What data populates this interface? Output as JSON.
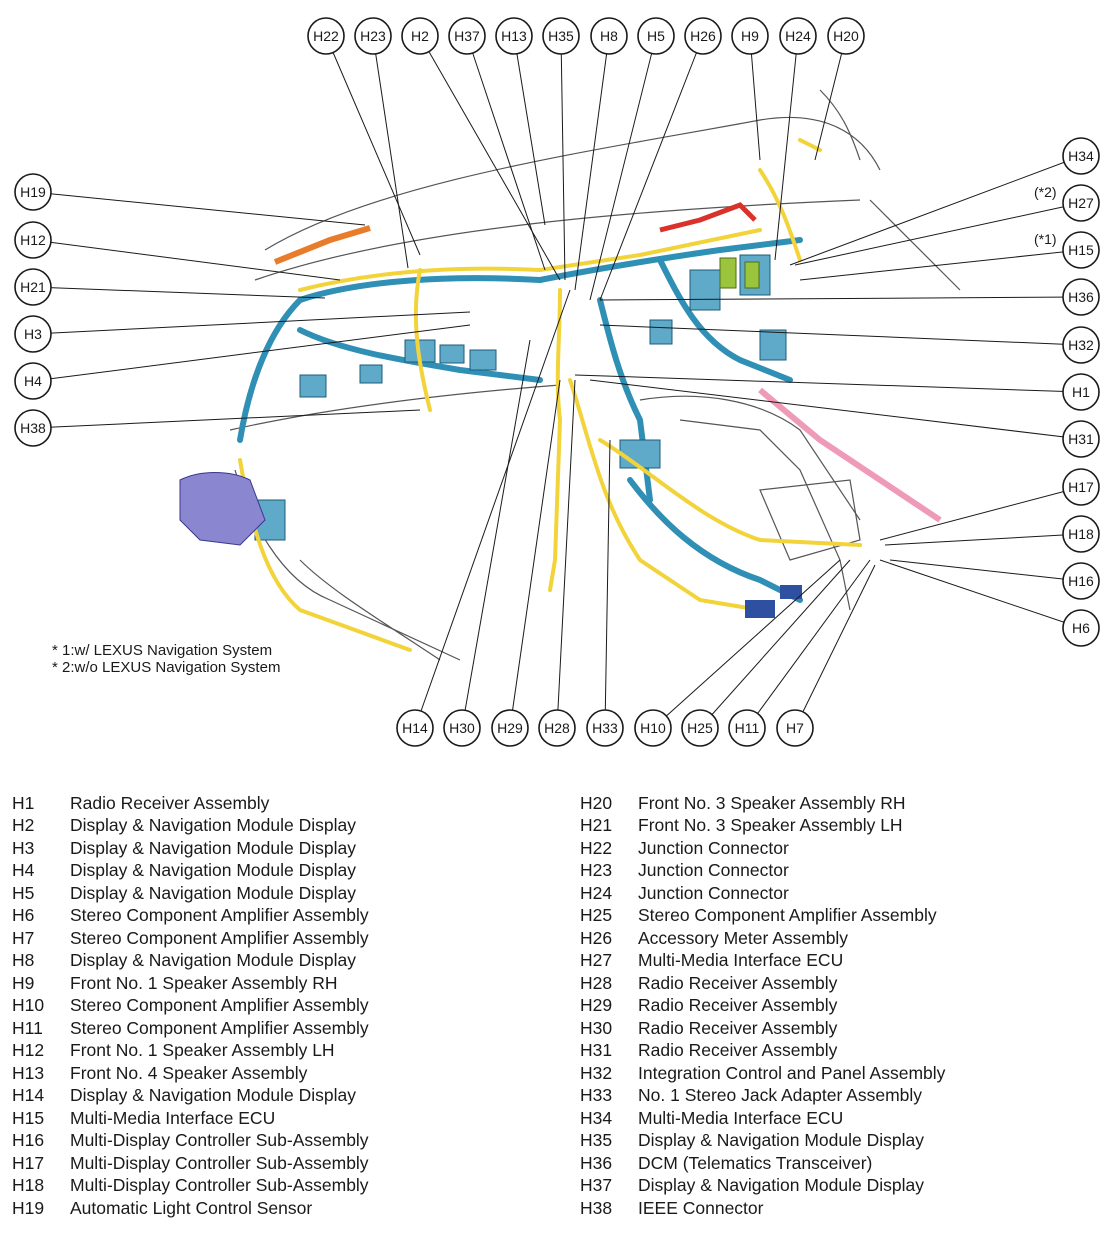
{
  "colors": {
    "harness_yellow": "#f2d33a",
    "harness_blue": "#2f8fb5",
    "module_blue": "#5fa9c9",
    "purple": "#8a86cf",
    "red": "#d9322b",
    "pink": "#ef9ab8",
    "orange": "#e87c2b",
    "green": "#9ac43c",
    "line": "#1a1a1a"
  },
  "callouts": {
    "top": [
      {
        "id": "H22"
      },
      {
        "id": "H23"
      },
      {
        "id": "H2"
      },
      {
        "id": "H37"
      },
      {
        "id": "H13"
      },
      {
        "id": "H35"
      },
      {
        "id": "H8"
      },
      {
        "id": "H5"
      },
      {
        "id": "H26"
      },
      {
        "id": "H9"
      },
      {
        "id": "H24"
      },
      {
        "id": "H20"
      }
    ],
    "left": [
      {
        "id": "H19"
      },
      {
        "id": "H12"
      },
      {
        "id": "H21"
      },
      {
        "id": "H3"
      },
      {
        "id": "H4"
      },
      {
        "id": "H38"
      }
    ],
    "right": [
      {
        "id": "H34"
      },
      {
        "id": "H27",
        "mark": "(*2)"
      },
      {
        "id": "H15",
        "mark": "(*1)"
      },
      {
        "id": "H36"
      },
      {
        "id": "H32"
      },
      {
        "id": "H1"
      },
      {
        "id": "H31"
      },
      {
        "id": "H17"
      },
      {
        "id": "H18"
      },
      {
        "id": "H16"
      },
      {
        "id": "H6"
      }
    ],
    "bottom": [
      {
        "id": "H14"
      },
      {
        "id": "H30"
      },
      {
        "id": "H29"
      },
      {
        "id": "H28"
      },
      {
        "id": "H33"
      },
      {
        "id": "H10"
      },
      {
        "id": "H25"
      },
      {
        "id": "H11"
      },
      {
        "id": "H7"
      }
    ]
  },
  "notes": [
    "* 1:w/ LEXUS Navigation System",
    "* 2:w/o LEXUS Navigation System"
  ],
  "legend_left": [
    {
      "code": "H1",
      "desc": "Radio Receiver Assembly"
    },
    {
      "code": "H2",
      "desc": "Display & Navigation Module Display"
    },
    {
      "code": "H3",
      "desc": "Display & Navigation Module Display"
    },
    {
      "code": "H4",
      "desc": "Display & Navigation Module Display"
    },
    {
      "code": "H5",
      "desc": "Display & Navigation Module Display"
    },
    {
      "code": "H6",
      "desc": "Stereo Component Amplifier Assembly"
    },
    {
      "code": "H7",
      "desc": "Stereo Component Amplifier Assembly"
    },
    {
      "code": "H8",
      "desc": "Display & Navigation Module Display"
    },
    {
      "code": "H9",
      "desc": "Front No. 1 Speaker Assembly RH"
    },
    {
      "code": "H10",
      "desc": "Stereo Component Amplifier Assembly"
    },
    {
      "code": "H11",
      "desc": "Stereo Component Amplifier Assembly"
    },
    {
      "code": "H12",
      "desc": "Front No. 1 Speaker Assembly LH"
    },
    {
      "code": "H13",
      "desc": "Front No. 4 Speaker Assembly"
    },
    {
      "code": "H14",
      "desc": "Display & Navigation Module Display"
    },
    {
      "code": "H15",
      "desc": "Multi-Media Interface ECU"
    },
    {
      "code": "H16",
      "desc": "Multi-Display Controller Sub-Assembly"
    },
    {
      "code": "H17",
      "desc": "Multi-Display Controller Sub-Assembly"
    },
    {
      "code": "H18",
      "desc": "Multi-Display Controller Sub-Assembly"
    },
    {
      "code": "H19",
      "desc": "Automatic Light Control Sensor"
    }
  ],
  "legend_right": [
    {
      "code": "H20",
      "desc": "Front No. 3 Speaker Assembly RH"
    },
    {
      "code": "H21",
      "desc": "Front No. 3 Speaker Assembly LH"
    },
    {
      "code": "H22",
      "desc": "Junction Connector"
    },
    {
      "code": "H23",
      "desc": "Junction Connector"
    },
    {
      "code": "H24",
      "desc": "Junction Connector"
    },
    {
      "code": "H25",
      "desc": "Stereo Component Amplifier Assembly"
    },
    {
      "code": "H26",
      "desc": "Accessory Meter Assembly"
    },
    {
      "code": "H27",
      "desc": "Multi-Media Interface ECU"
    },
    {
      "code": "H28",
      "desc": "Radio Receiver Assembly"
    },
    {
      "code": "H29",
      "desc": "Radio Receiver Assembly"
    },
    {
      "code": "H30",
      "desc": "Radio Receiver Assembly"
    },
    {
      "code": "H31",
      "desc": "Radio Receiver Assembly"
    },
    {
      "code": "H32",
      "desc": "Integration Control and Panel Assembly"
    },
    {
      "code": "H33",
      "desc": "No. 1 Stereo Jack Adapter Assembly"
    },
    {
      "code": "H34",
      "desc": "Multi-Media Interface ECU"
    },
    {
      "code": "H35",
      "desc": "Display & Navigation Module Display"
    },
    {
      "code": "H36",
      "desc": "DCM (Telematics Transceiver)"
    },
    {
      "code": "H37",
      "desc": "Display & Navigation Module Display"
    },
    {
      "code": "H38",
      "desc": "IEEE Connector"
    }
  ]
}
